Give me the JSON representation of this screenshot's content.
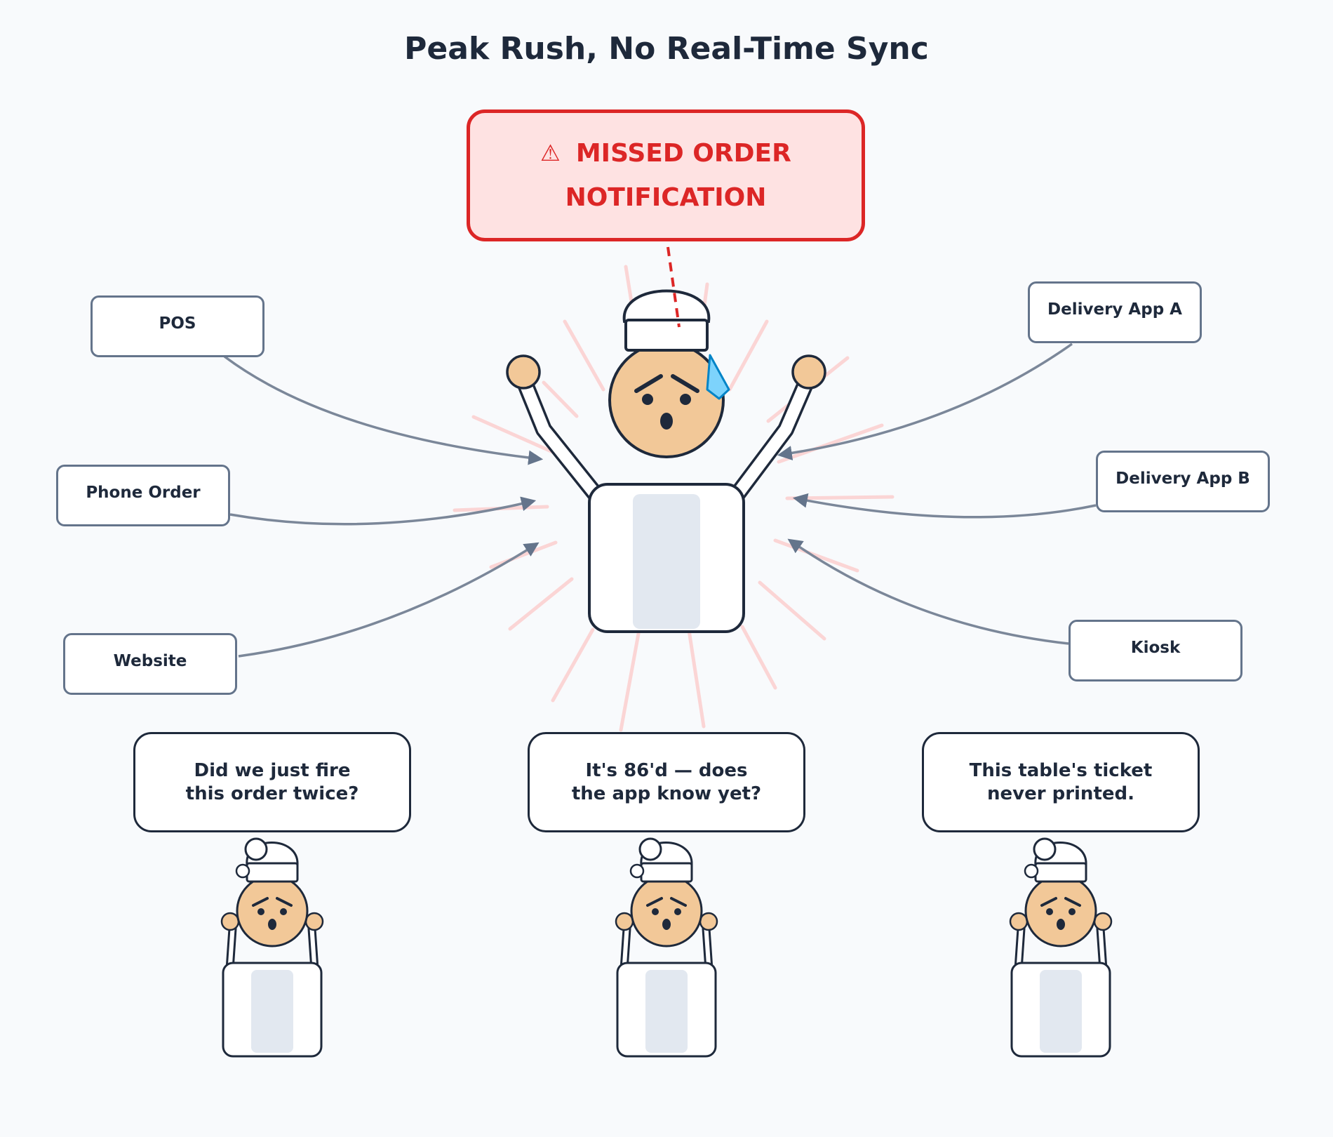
{
  "title": "Peak Rush, No Real-Time Sync",
  "alert": {
    "icon": "warning-icon",
    "glyph": "⚠",
    "line1": "MISSED ORDER",
    "line2": "NOTIFICATION",
    "color": "#dc2626",
    "background": "#fee2e2"
  },
  "channels": {
    "pos": "POS",
    "phone": "Phone Order",
    "website": "Website",
    "delivery_a": "Delivery App A",
    "delivery_b": "Delivery App B",
    "kiosk": "Kiosk"
  },
  "bubbles": {
    "left": "Did we just fire\nthis order twice?",
    "center": "It's 86'd — does\nthe app know yet?",
    "right": "This table's ticket\nnever printed."
  },
  "colors": {
    "skin": "#f2c898",
    "outline": "#1e293b",
    "arrow": "#64748b",
    "stress_lines": "#fbd5d5",
    "sweat": "#7dd3fc",
    "apron": "#e2e8f0"
  }
}
